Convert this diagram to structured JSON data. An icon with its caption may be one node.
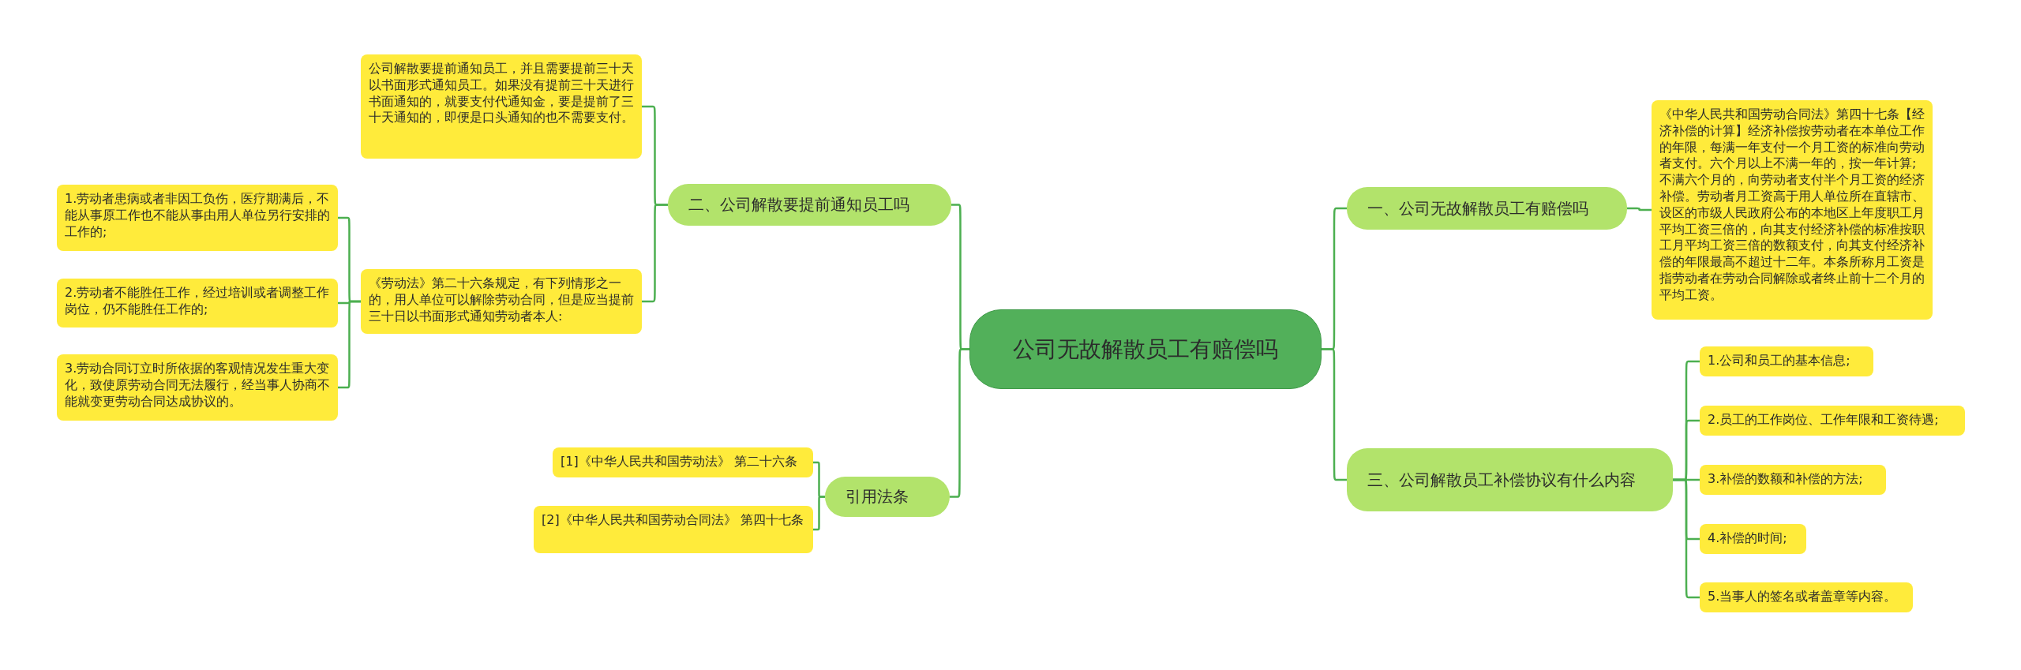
{
  "diagram": {
    "nodes": [
      {
        "text": [
          "公司无故解散员工有赔偿吗"
        ]
      },
      {
        "text": [
          "一、公司无故解散员工有赔偿吗"
        ]
      },
      {
        "text": [
          "《中华人民共和国劳动合同法》第四十七条【经济补偿的计算】经济补偿按劳动者在本单位工作的年限，每满一年支付一个月工资的标准向劳动者支付。六个月以上不满一年的，按一年计算;不满六个月的，向劳动者支付半个月工资的经济补偿。劳动者月工资高于用人单位所在直辖市、设区的市级人民政府公布的本地区上年度职工月平均工资三倍的，向其支付经济补偿的标准按职工月平均工资三倍的数额支付，向其支付经济补偿的年限最高不超过十二年。本条所称月工资是指劳动者在劳动合同解除或者终止前十二个月的平均工资。"
        ]
      },
      {
        "text": [
          "二、公司解散要提前通知员工吗"
        ]
      },
      {
        "text": [
          "公司解散要提前通知员工，并且需要提前三十天以书面形式通知员工。如果没有提前三十天进行书面通知的，就要支付代通知金，要是提前了三十天通知的，即便是口头通知的也不需要支付。"
        ]
      },
      {
        "text": [
          "《劳动法》第二十六条规定，有下列情形之一的，用人单位可以解除劳动合同，但是应当提前三十日以书面形式通知劳动者本人:"
        ]
      },
      {
        "text": [
          "1.劳动者患病或者非因工负伤，医疗期满后，不能从事原工作也不能从事由用人单位另行安排的工作的;"
        ]
      },
      {
        "text": [
          "2.劳动者不能胜任工作，经过培训或者调整工作岗位，仍不能胜任工作的;"
        ]
      },
      {
        "text": [
          "3.劳动合同订立时所依据的客观情况发生重大变化，致使原劳动合同无法履行，经当事人协商不能就变更劳动合同达成协议的。"
        ]
      },
      {
        "text": [
          "三、公司解散员工补偿协议有什么内容"
        ]
      },
      {
        "text": [
          "1.公司和员工的基本信息;"
        ]
      },
      {
        "text": [
          "2.员工的工作岗位、工作年限和工资待遇;"
        ]
      },
      {
        "text": [
          "3.补偿的数额和补偿的方法;"
        ]
      },
      {
        "text": [
          "4.补偿的时间;"
        ]
      },
      {
        "text": [
          "5.当事人的签名或者盖章等内容。"
        ]
      },
      {
        "text": [
          "引用法条"
        ]
      },
      {
        "text": [
          "[1]《中华人民共和国劳动法》 第二十六条"
        ]
      },
      {
        "text": [
          "[2]《中华人民共和国劳动合同法》 第四十七条"
        ]
      }
    ],
    "edges": [
      {
        "from": 0,
        "to": 1,
        "arrow": "none"
      },
      {
        "from": 1,
        "to": 2,
        "arrow": "none"
      },
      {
        "from": 0,
        "to": 3,
        "arrow": "none"
      },
      {
        "from": 3,
        "to": 4,
        "arrow": "none"
      },
      {
        "from": 3,
        "to": 5,
        "arrow": "none"
      },
      {
        "from": 5,
        "to": 6,
        "arrow": "none"
      },
      {
        "from": 5,
        "to": 7,
        "arrow": "none"
      },
      {
        "from": 5,
        "to": 8,
        "arrow": "none"
      },
      {
        "from": 0,
        "to": 9,
        "arrow": "none"
      },
      {
        "from": 9,
        "to": 10,
        "arrow": "none"
      },
      {
        "from": 9,
        "to": 11,
        "arrow": "none"
      },
      {
        "from": 9,
        "to": 12,
        "arrow": "none"
      },
      {
        "from": 9,
        "to": 13,
        "arrow": "none"
      },
      {
        "from": 9,
        "to": 14,
        "arrow": "none"
      },
      {
        "from": 0,
        "to": 15,
        "arrow": "none"
      },
      {
        "from": 15,
        "to": 16,
        "arrow": "none"
      },
      {
        "from": 15,
        "to": 17,
        "arrow": "none"
      }
    ]
  }
}
